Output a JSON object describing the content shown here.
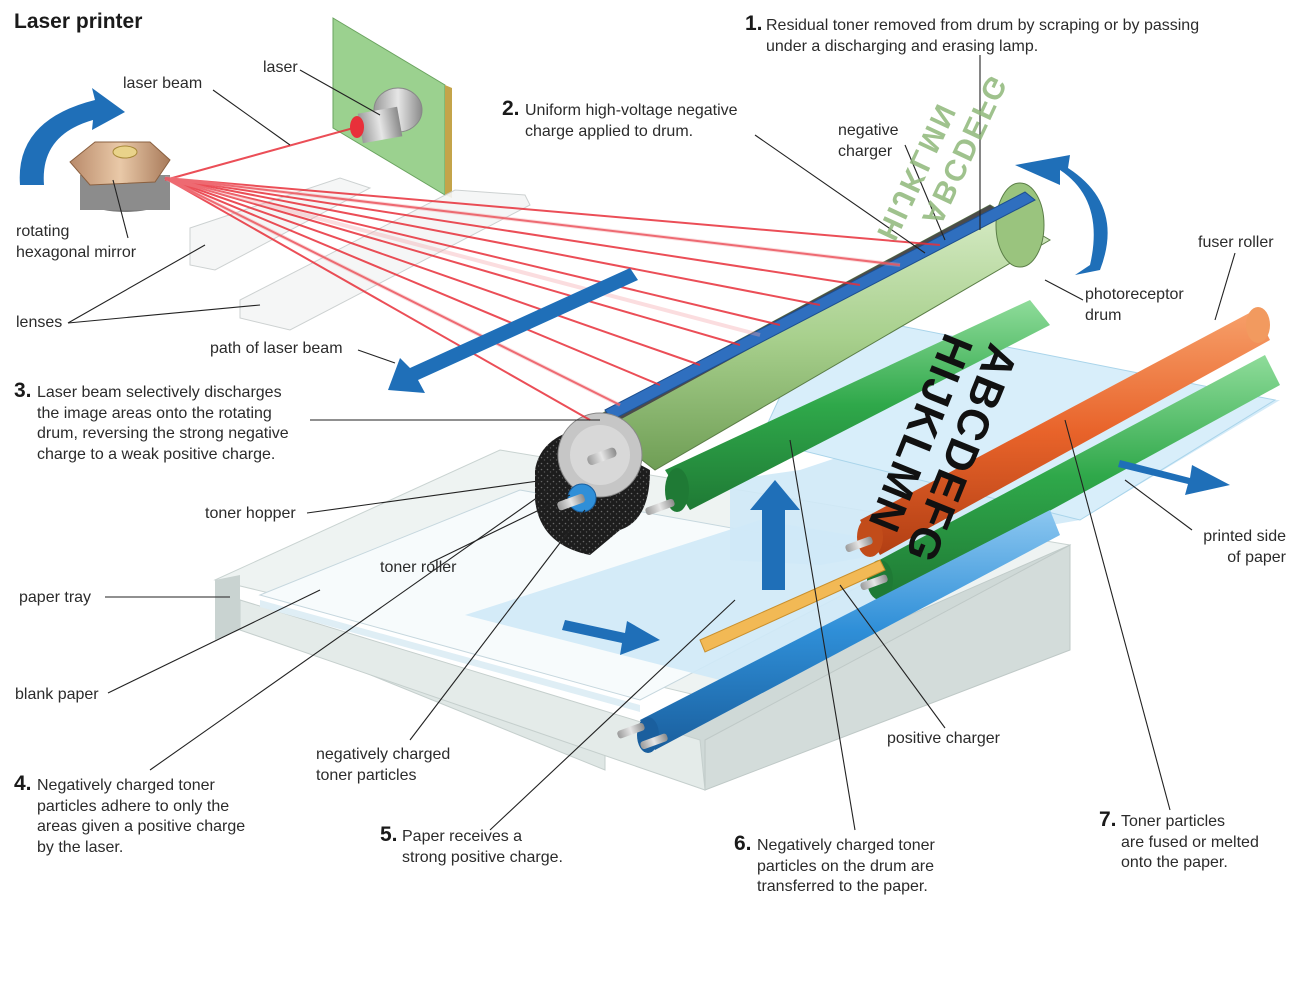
{
  "title": "Laser printer",
  "labels": {
    "laser": "laser",
    "laser_beam": "laser beam",
    "rotating_mirror": "rotating\nhexagonal mirror",
    "lenses": "lenses",
    "path_of_laser_beam": "path of laser beam",
    "negative_charger": "negative\ncharger",
    "photoreceptor_drum": "photoreceptor\ndrum",
    "fuser_roller": "fuser roller",
    "toner_hopper": "toner hopper",
    "toner_roller": "toner roller",
    "paper_tray": "paper tray",
    "blank_paper": "blank paper",
    "neg_toner_particles": "negatively charged\ntoner particles",
    "positive_charger": "positive charger",
    "printed_side": "printed side\nof paper"
  },
  "steps": [
    {
      "num": "1.",
      "text": "Residual toner removed from drum by scraping or by passing\nunder a discharging and erasing lamp."
    },
    {
      "num": "2.",
      "text": "Uniform high-voltage negative\ncharge applied to drum."
    },
    {
      "num": "3.",
      "text": "Laser beam selectively discharges\nthe image areas onto the rotating\ndrum, reversing the strong negative\ncharge to a weak positive charge."
    },
    {
      "num": "4.",
      "text": "Negatively charged toner\nparticles adhere to only the\nareas given a positive charge\nby the laser."
    },
    {
      "num": "5.",
      "text": "Paper receives a\nstrong positive charge."
    },
    {
      "num": "6.",
      "text": "Negatively charged toner\nparticles on the drum are\ntransferred to the paper."
    },
    {
      "num": "7.",
      "text": "Toner particles\nare fused or melted\nonto the paper."
    }
  ],
  "paper_print": {
    "line1": "ABCDEFG",
    "line2": "HIJKLMN"
  },
  "drum_print": {
    "line1": "HIJKLMN",
    "line2": "ABCDEFG"
  },
  "colors": {
    "laser_red": "#e8303a",
    "drum_green": "#a8d08d",
    "arrow_blue": "#1f6fb8",
    "fuser_orange": "#e8632a",
    "paper_blue": "#cfe9f7"
  }
}
